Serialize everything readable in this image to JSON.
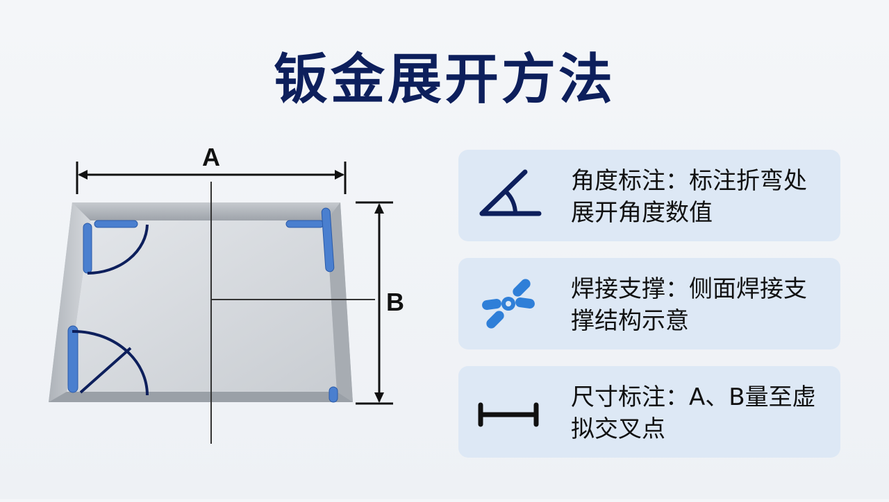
{
  "title": "钣金展开方法",
  "diagram": {
    "dim_a": "A",
    "dim_b": "B"
  },
  "cards": [
    {
      "icon": "angle-icon",
      "text": "角度标注：标注折弯处展开角度数值"
    },
    {
      "icon": "weld-support-icon",
      "text": "焊接支撑：侧面焊接支撑结构示意"
    },
    {
      "icon": "dimension-icon",
      "text": "尺寸标注：A、B量至虚拟交叉点"
    }
  ],
  "colors": {
    "title": "#0d1f5c",
    "card_bg": "#dde8f5",
    "icon_navy": "#0d1f5c",
    "icon_blue": "#2f7fd8",
    "weld_blue": "#3b74c6"
  }
}
